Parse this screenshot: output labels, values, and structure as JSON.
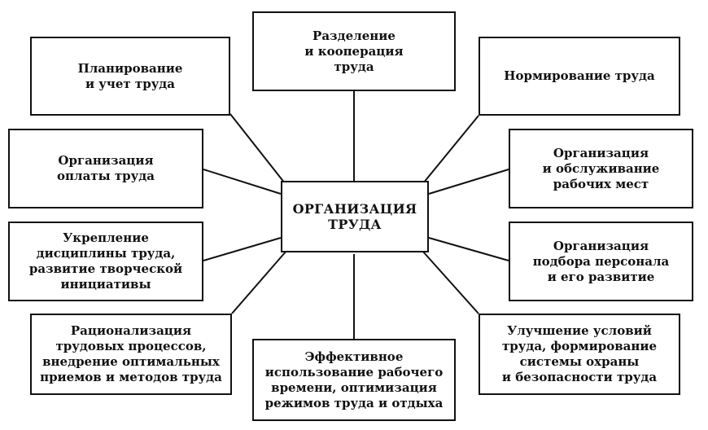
{
  "diagram": {
    "center": "ОРГАНИЗАЦИЯ\nТРУДА",
    "nodes": [
      {
        "id": "top",
        "label": "Разделение\nи кооперация\nтруда"
      },
      {
        "id": "top-left",
        "label": "Планирование\nи учет труда"
      },
      {
        "id": "top-right",
        "label": "Нормирование труда"
      },
      {
        "id": "left-1",
        "label": "Организация\nоплаты труда"
      },
      {
        "id": "right-1",
        "label": "Организация\nи обслуживание\nрабочих мест"
      },
      {
        "id": "left-2",
        "label": "Укрепление\nдисциплины труда,\nразвитие творческой\nинициативы"
      },
      {
        "id": "right-2",
        "label": "Организация\nподбора персонала\nи его развитие"
      },
      {
        "id": "bottom-left",
        "label": "Рационализация\nтрудовых процессов,\nвнедрение оптимальных\nприемов и методов труда"
      },
      {
        "id": "bottom",
        "label": "Эффективное\nиспользование рабочего\nвремени, оптимизация\nрежимов труда и отдыха"
      },
      {
        "id": "bottom-right",
        "label": "Улучшение условий\nтруда, формирование\nсистемы охраны\nи безопасности труда"
      }
    ]
  }
}
